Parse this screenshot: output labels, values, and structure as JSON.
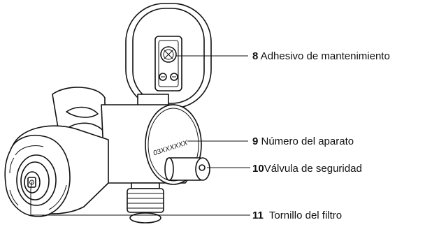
{
  "callouts": [
    {
      "number": "8",
      "text": " Adhesivo de mantenimiento"
    },
    {
      "number": "9",
      "text": " Número del aparato"
    },
    {
      "number": "10",
      "text": "Válvula de seguridad"
    },
    {
      "number": "11",
      "text": "  Tornillo del filtro"
    }
  ],
  "device": {
    "serial_marking": "03XXXXXX"
  }
}
